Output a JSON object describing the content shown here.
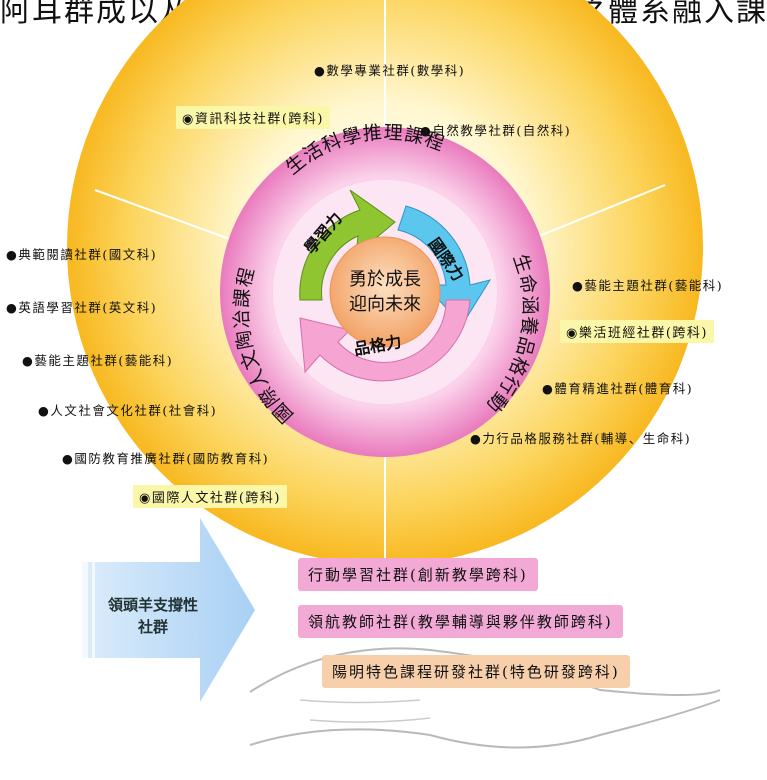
{
  "header_strip": "阿耳群成以及活態度以協作、分享、創新之體系融入課程",
  "rings": {
    "outer_top": "生活科學推理課程",
    "outer_left": "國際人文陶冶課程",
    "outer_right": "生命涵養品格行動",
    "arrow_1": "學習力",
    "arrow_2": "國際力",
    "arrow_3": "品格力",
    "center_line1": "勇於成長",
    "center_line2": "迎向未來"
  },
  "communities": {
    "math": "●數學專業社群(數學科)",
    "it": "◉資訊科技社群(跨科)",
    "science": "●自然教學社群(自然科)",
    "reading": "●典範閱讀社群(國文科)",
    "english": "●英語學習社群(英文科)",
    "arts_left": "●藝能主題社群(藝能科)",
    "humanities": "●人文社會文化社群(社會科)",
    "defense": "●國防教育推廣社群(國防教育科)",
    "intl": "◉國際人文社群(跨科)",
    "arts_right": "●藝能主題社群(藝能科)",
    "class": "◉樂活班經社群(跨科)",
    "pe": "●體育精進社群(體育科)",
    "service": "●力行品格服務社群(輔導、生命科)"
  },
  "leader": {
    "arrow_line1": "領頭羊支撐性",
    "arrow_line2": "社群",
    "box1": "行動學習社群(創新教學跨科)",
    "box2": "領航教師社群(教學輔導與夥伴教師跨科)",
    "box3": "陽明特色課程研發社群(特色研發跨科)"
  },
  "colors": {
    "outer_disc": "#fbc63c",
    "pink_ring": "#ec86c3",
    "center": "#f6b07b",
    "arrow_green": "#8fc531",
    "arrow_blue": "#5cc7ee",
    "arrow_pink": "#f6a5d2",
    "left_arrow": "#a8d0f4"
  }
}
